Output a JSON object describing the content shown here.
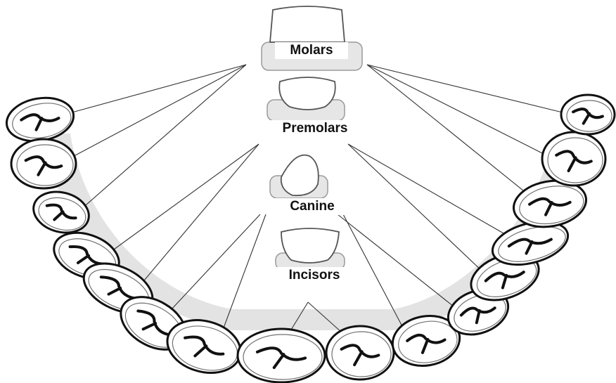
{
  "diagram": {
    "labels": {
      "molars": "Molars",
      "premolars": "Premolars",
      "canine": "Canine",
      "incisors": "Incisors"
    },
    "colors": {
      "ink": "#111111",
      "gum_shade": "#d9d9d9",
      "tooth_fill": "#ffffff",
      "leader_line": "#333333"
    }
  }
}
